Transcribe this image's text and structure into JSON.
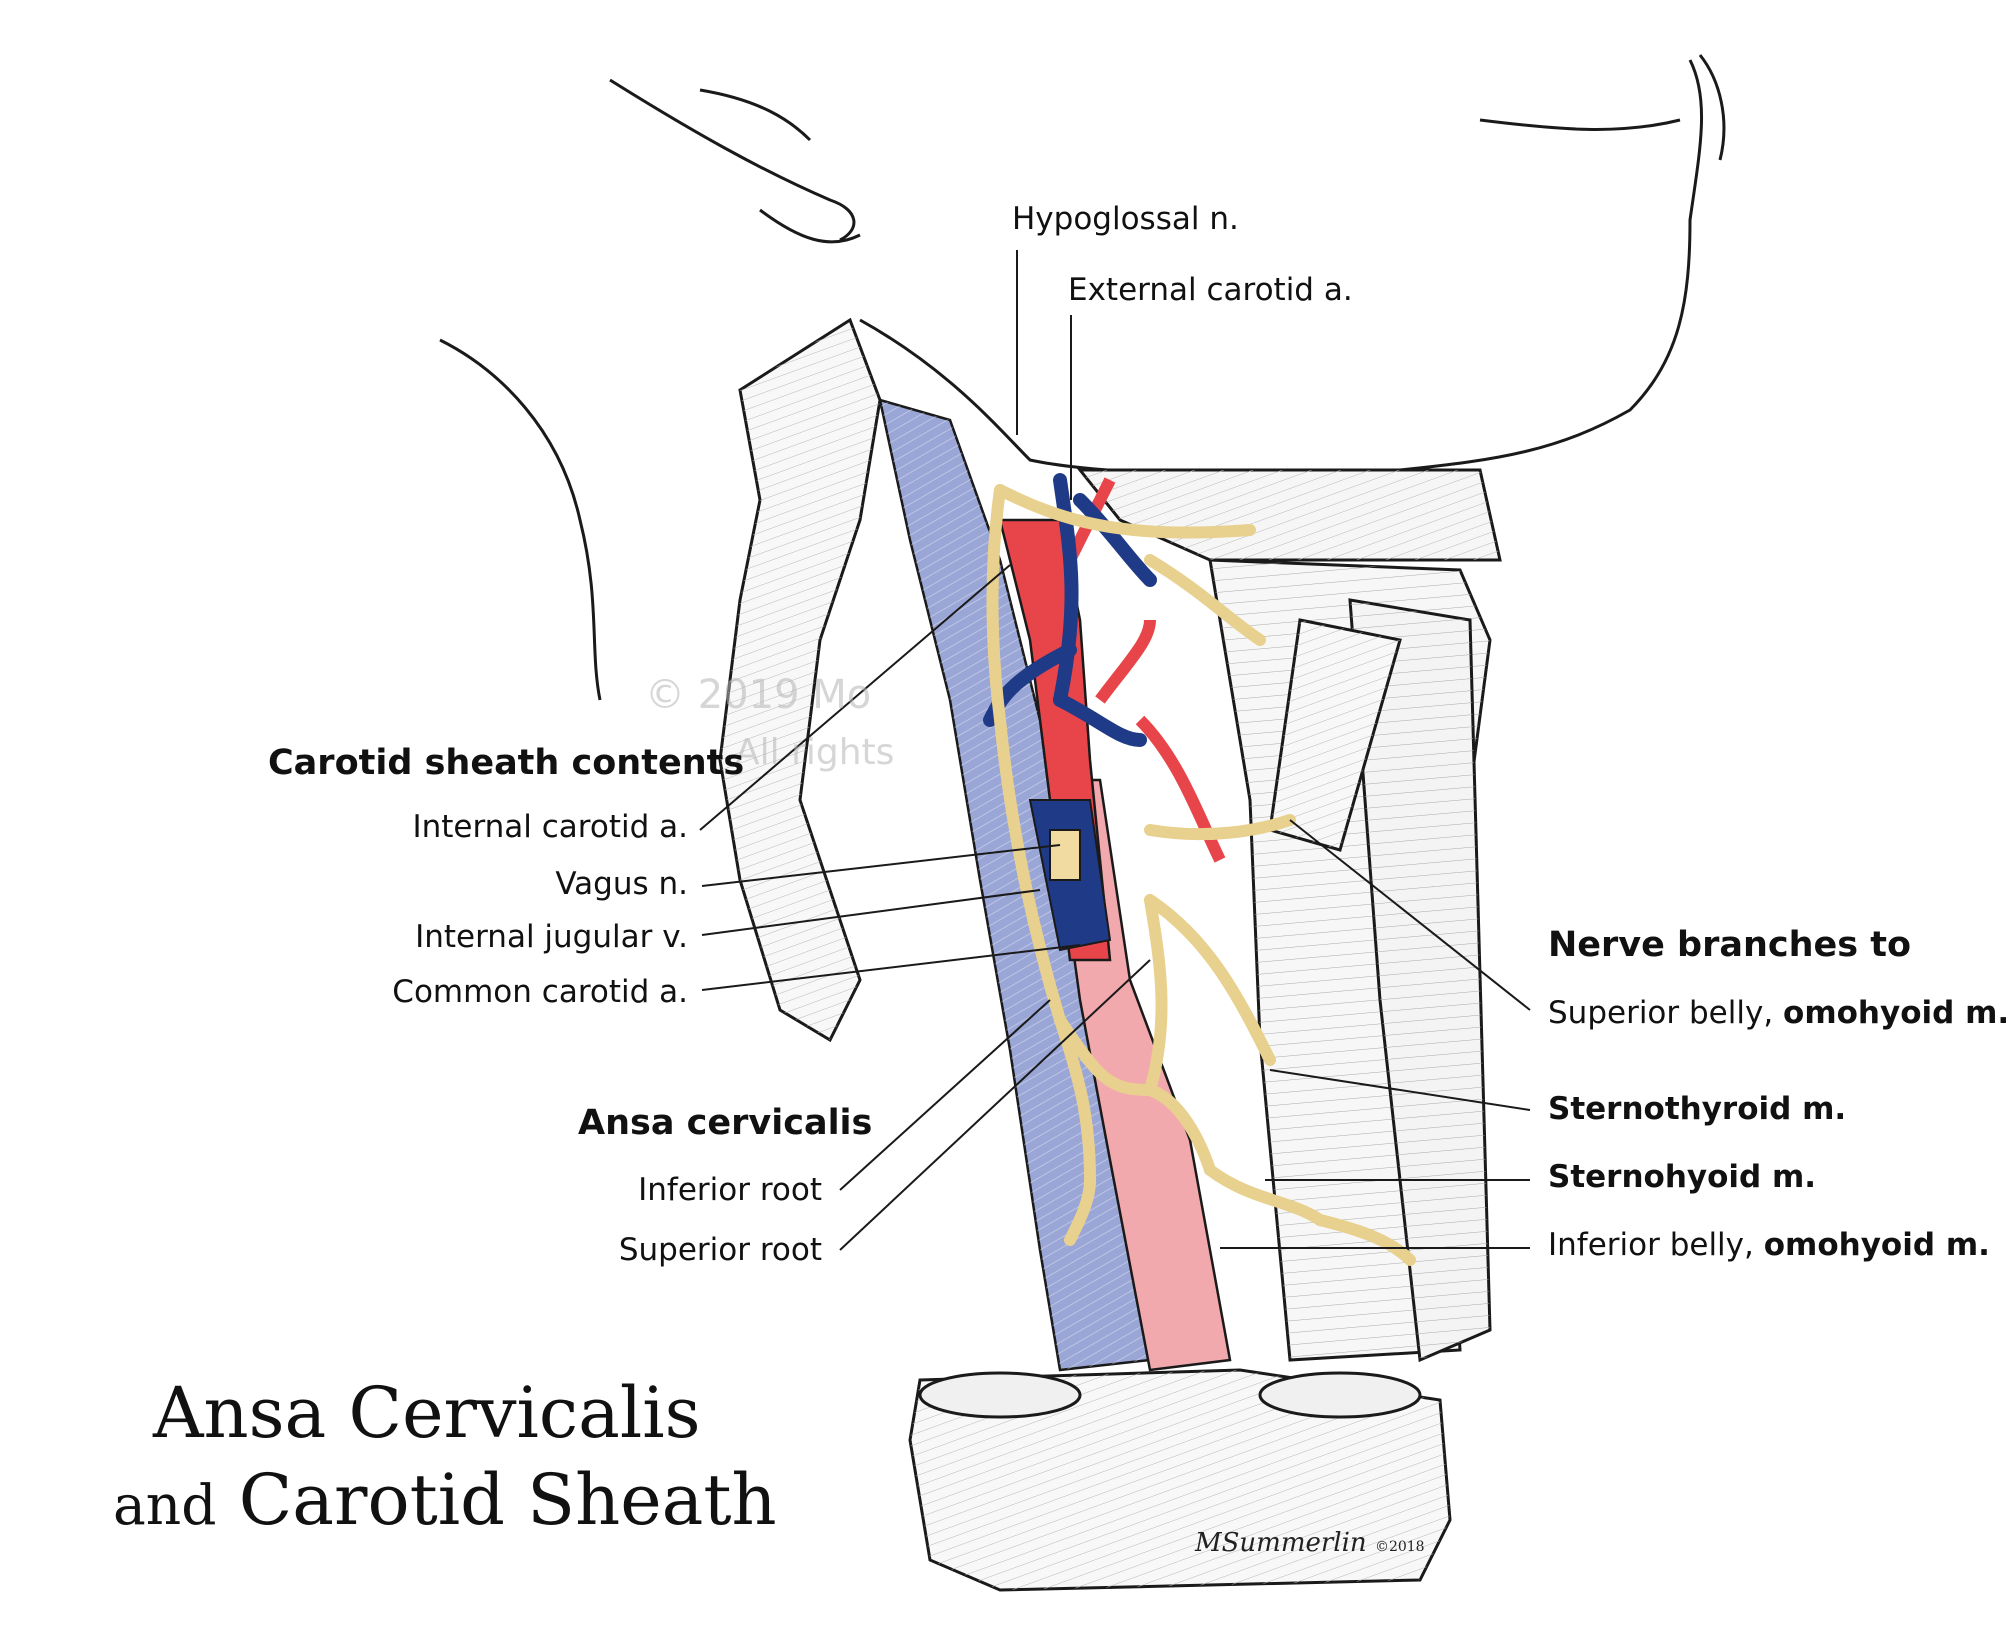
{
  "figure": {
    "title_line1": "Ansa Cervicalis",
    "title_line2_prefix": "and",
    "title_line2_main": "Carotid Sheath"
  },
  "labels_top": {
    "hypoglossal": "Hypoglossal n.",
    "external_carotid": "External carotid a."
  },
  "carotid_sheath": {
    "heading": "Carotid sheath contents",
    "items": [
      "Internal carotid a.",
      "Vagus n.",
      "Internal jugular v.",
      "Common carotid a."
    ]
  },
  "ansa": {
    "heading": "Ansa cervicalis",
    "items": [
      "Inferior root",
      "Superior root"
    ]
  },
  "nerve_branches": {
    "heading": "Nerve branches to",
    "superior_belly_prefix": "Superior belly, ",
    "superior_belly_bold": "omohyoid m.",
    "sternothyroid": "Sternothyroid m.",
    "sternohyoid": "Sternohyoid m.",
    "inferior_belly_prefix": "Inferior belly, ",
    "inferior_belly_bold": "omohyoid m."
  },
  "watermark": {
    "line1": "© 2019 Mo",
    "line2": "All rights"
  },
  "signature": {
    "name": "MSummerlin",
    "year": "©2018"
  },
  "colors": {
    "artery": "#e8454a",
    "artery_light": "#f2a9ad",
    "vein": "#9aa6d6",
    "vein_dark": "#1f3a86",
    "nerve": "#f1dba0",
    "outline": "#1a1a1a"
  }
}
